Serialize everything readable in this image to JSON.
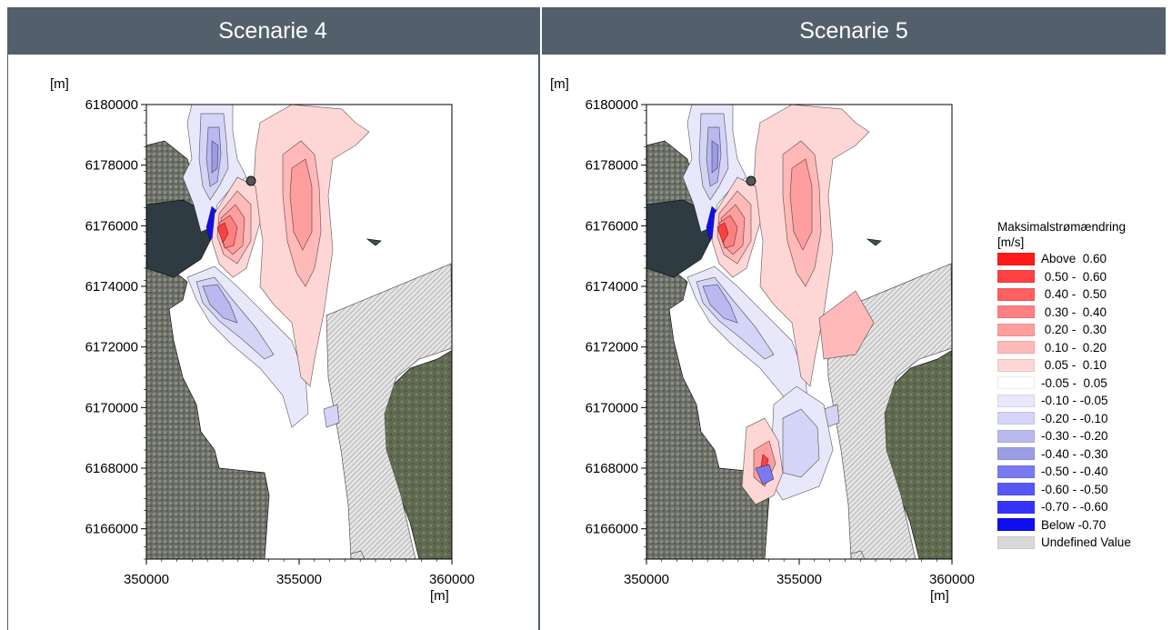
{
  "panels": [
    {
      "title": "Scenarie 4"
    },
    {
      "title": "Scenarie 5"
    }
  ],
  "chart_data": [
    {
      "type": "heatmap",
      "title": "Scenarie 4",
      "x_unit": "[m]",
      "y_unit": "[m]",
      "xlim": [
        350000,
        360000
      ],
      "ylim": [
        6165000,
        6180000
      ],
      "x_ticks": [
        "350000",
        "355000",
        "360000"
      ],
      "y_ticks": [
        "6180000",
        "6178000",
        "6176000",
        "6174000",
        "6172000",
        "6170000",
        "6168000",
        "6166000"
      ]
    },
    {
      "type": "heatmap",
      "title": "Scenarie 5",
      "x_unit": "[m]",
      "y_unit": "[m]",
      "xlim": [
        350000,
        360000
      ],
      "ylim": [
        6165000,
        6180000
      ],
      "x_ticks": [
        "350000",
        "355000",
        "360000"
      ],
      "y_ticks": [
        "6180000",
        "6178000",
        "6176000",
        "6174000",
        "6172000",
        "6170000",
        "6168000",
        "6166000"
      ]
    }
  ],
  "legend": {
    "title": "Maksimalstrømændring",
    "unit": "[m/s]",
    "items": [
      {
        "label": "Above  0.60",
        "color": "#ff1a1a"
      },
      {
        "label": " 0.50 -  0.60",
        "color": "#ff4040"
      },
      {
        "label": " 0.40 -  0.50",
        "color": "#ff6060"
      },
      {
        "label": " 0.30 -  0.40",
        "color": "#ff8080"
      },
      {
        "label": " 0.20 -  0.30",
        "color": "#ff9e9e"
      },
      {
        "label": " 0.10 -  0.20",
        "color": "#ffb9b9"
      },
      {
        "label": " 0.05 -  0.10",
        "color": "#ffd6d6"
      },
      {
        "label": "-0.05 -  0.05",
        "color": "#ffffff"
      },
      {
        "label": "-0.10 - -0.05",
        "color": "#e8e8fa"
      },
      {
        "label": "-0.20 - -0.10",
        "color": "#d4d4f6"
      },
      {
        "label": "-0.30 - -0.20",
        "color": "#b9b9f0"
      },
      {
        "label": "-0.40 - -0.30",
        "color": "#9c9ce6"
      },
      {
        "label": "-0.50 - -0.40",
        "color": "#7a7af0"
      },
      {
        "label": "-0.60 - -0.50",
        "color": "#5858f5"
      },
      {
        "label": "-0.70 - -0.60",
        "color": "#3535fa"
      },
      {
        "label": "Below -0.70",
        "color": "#0f0ff2"
      },
      {
        "label": "Undefined Value",
        "color": "#d9d9d9"
      }
    ]
  }
}
